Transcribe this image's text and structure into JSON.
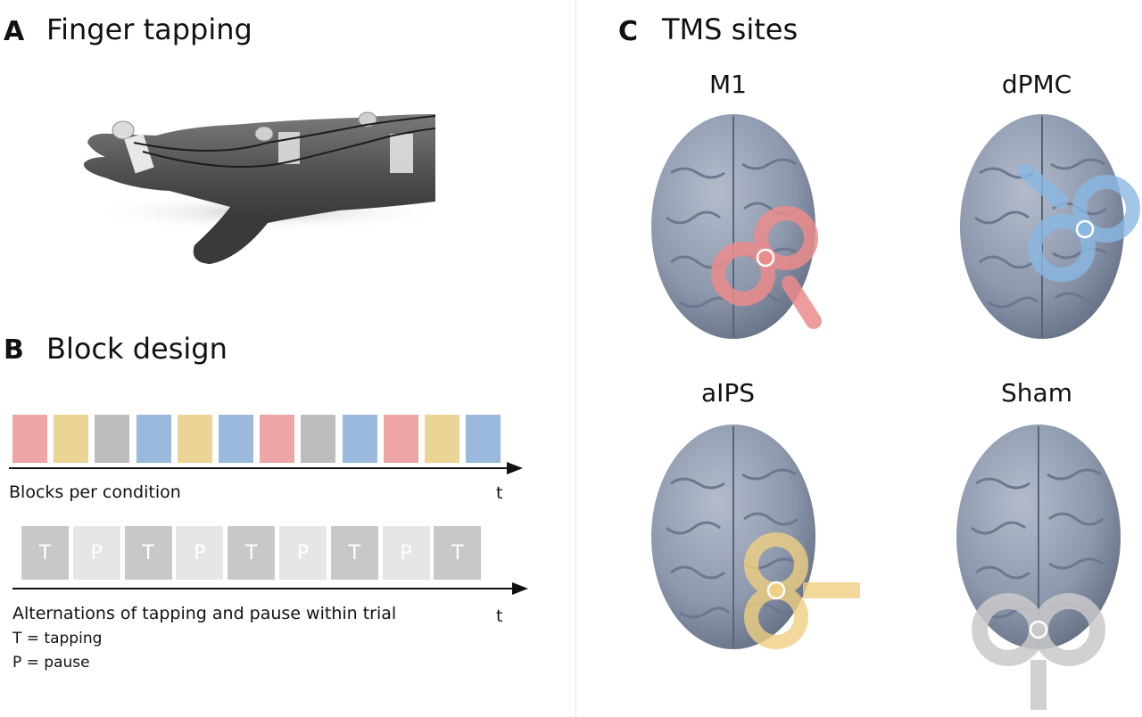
{
  "panelA": {
    "letter": "A",
    "title": "Finger tapping"
  },
  "panelB": {
    "letter": "B",
    "title": "Block design",
    "blocks": [
      "red",
      "yellow",
      "gray",
      "blue",
      "yellow",
      "blue",
      "red",
      "gray",
      "blue",
      "red",
      "yellow",
      "blue"
    ],
    "blocks_caption": "Blocks per condition",
    "axis_label": "t",
    "trial_sequence": [
      "T",
      "P",
      "T",
      "P",
      "T",
      "P",
      "T",
      "P",
      "T"
    ],
    "trial_caption": "Alternations of tapping and pause within trial",
    "legend_t": "T = tapping",
    "legend_p": "P = pause"
  },
  "panelC": {
    "letter": "C",
    "title": "TMS sites",
    "sites": [
      {
        "label": "M1",
        "coil_color": "red"
      },
      {
        "label": "dPMC",
        "coil_color": "blue"
      },
      {
        "label": "aIPS",
        "coil_color": "yellow"
      },
      {
        "label": "Sham",
        "coil_color": "gray"
      }
    ]
  },
  "colors": {
    "red": "#eea5a5",
    "yellow": "#ead596",
    "gray": "#bdbdbd",
    "blue": "#9ab9dc",
    "tapping": "#c8c8c8",
    "pause": "#e6e6e6",
    "coil_red": "#ec8c8c",
    "coil_blue": "#8ab8e3",
    "coil_yellow": "#efcf82",
    "coil_gray": "#c9c9c9",
    "brain": "#8d98ad"
  }
}
